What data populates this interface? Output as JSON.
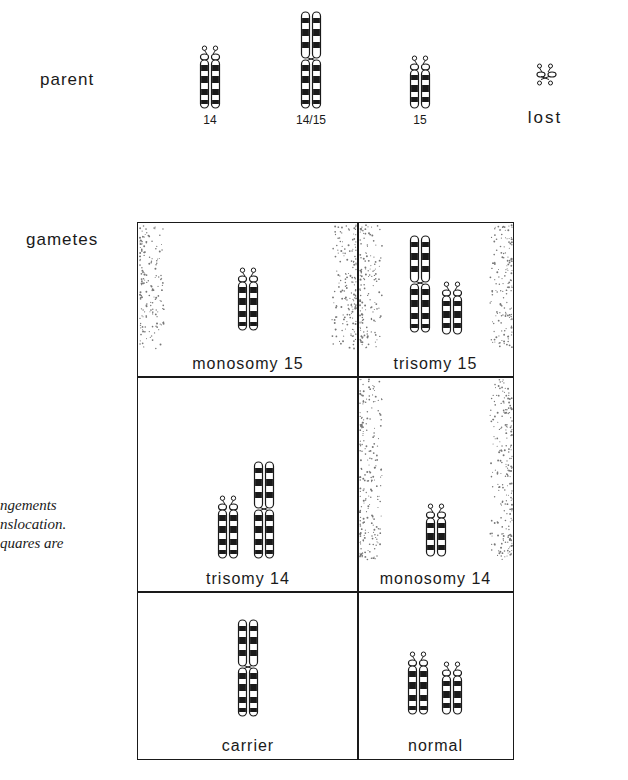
{
  "diagram": {
    "nodes": [
      {
        "text": [
          "monosomy 15"
        ]
      },
      {
        "text": [
          "trisomy 15"
        ]
      },
      {
        "text": [
          "trisomy 14"
        ]
      },
      {
        "text": [
          "monosomy 14"
        ]
      },
      {
        "text": [
          "carrier"
        ]
      },
      {
        "text": [
          "normal"
        ]
      }
    ],
    "labels": [
      "parent",
      "14",
      "14/15",
      "15",
      "lost",
      "gametes",
      "ngements",
      "nslocation.",
      "quares are"
    ]
  }
}
